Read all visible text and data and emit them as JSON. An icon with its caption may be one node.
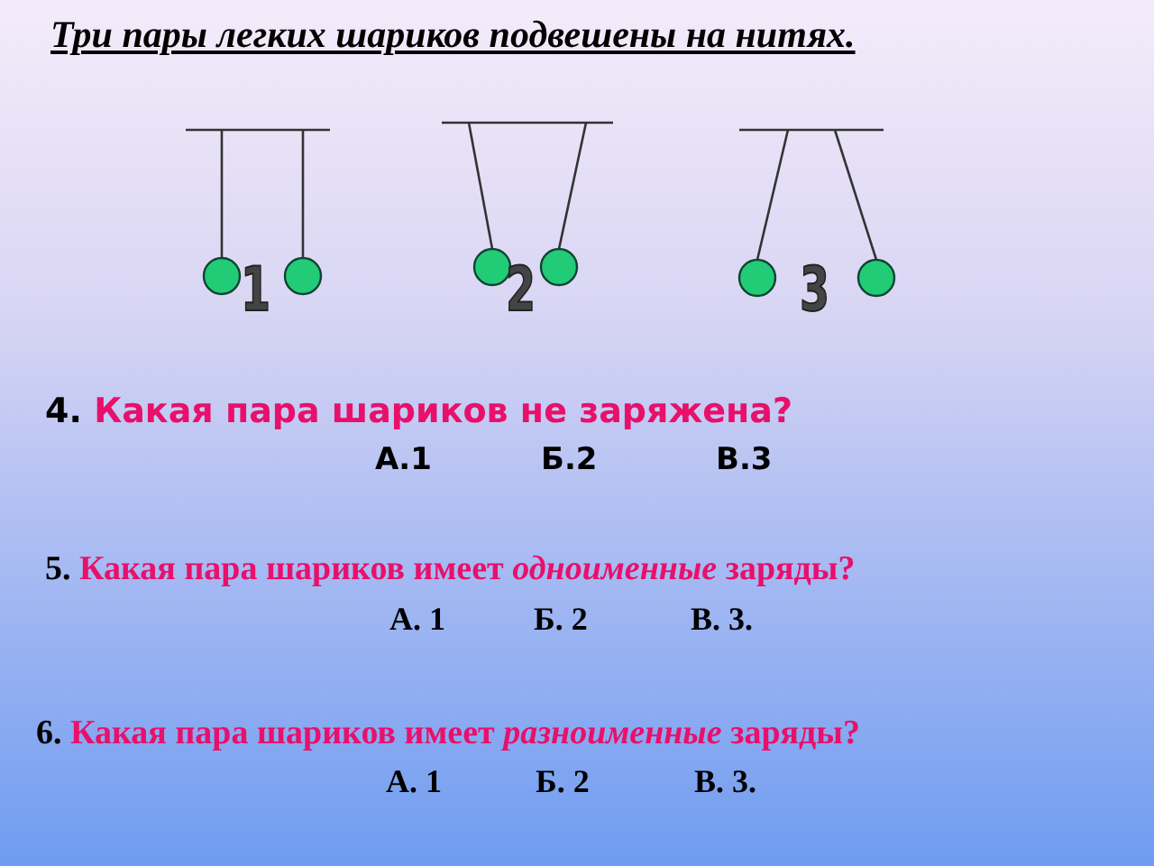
{
  "diagram": {
    "title": "Три пары легких шариков подвешены на нитях.",
    "labels": [
      "1",
      "2",
      "3",
      "**4.** Какая пара шариков не заряжена?",
      "А.1",
      "Б.2",
      "В.3",
      "**5.** Какая пара шариков имеет *одноименные* заряды?",
      "А. 1",
      "Б. 2",
      "В. 3.",
      "**6.** Какая пара шариков имеет *разноименные* заряды?",
      "А. 1",
      "Б. 2",
      "В. 3."
    ]
  }
}
